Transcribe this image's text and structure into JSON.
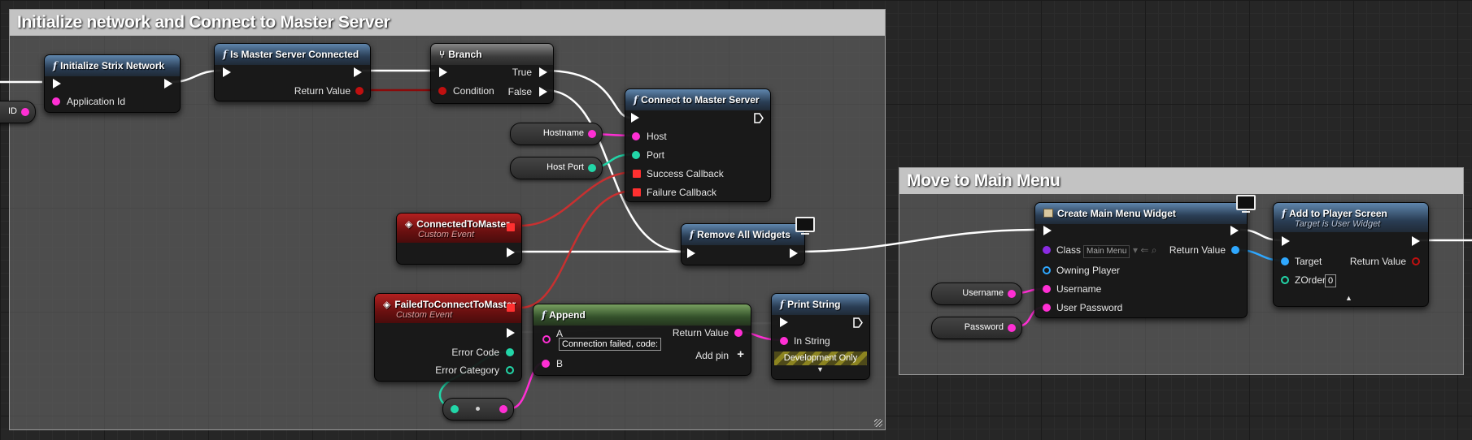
{
  "comments": {
    "init": {
      "title": "Initialize network and Connect to Master Server"
    },
    "menu": {
      "title": "Move to Main Menu"
    }
  },
  "nodes": {
    "init_strix": {
      "title": "Initialize Strix Network",
      "pins": {
        "application_id": "Application Id"
      }
    },
    "is_connected": {
      "title": "Is Master Server Connected",
      "pins": {
        "return_value": "Return Value"
      }
    },
    "branch": {
      "title": "Branch",
      "pins": {
        "true": "True",
        "false": "False",
        "condition": "Condition"
      }
    },
    "connect": {
      "title": "Connect to Master Server",
      "pins": {
        "host": "Host",
        "port": "Port",
        "success": "Success Callback",
        "failure": "Failure Callback"
      }
    },
    "connected_event": {
      "title": "ConnectedToMaster",
      "subtitle": "Custom Event"
    },
    "failed_event": {
      "title": "FailedToConnectToMaster",
      "subtitle": "Custom Event",
      "pins": {
        "error_code": "Error Code",
        "error_category": "Error Category"
      }
    },
    "remove_widgets": {
      "title": "Remove All Widgets"
    },
    "append": {
      "title": "Append",
      "pins": {
        "a": "A",
        "a_value": "Connection failed, code:",
        "b": "B",
        "return_value": "Return Value",
        "add_pin": "Add pin"
      }
    },
    "print_string": {
      "title": "Print String",
      "pins": {
        "in_string": "In String",
        "dev_only": "Development Only"
      }
    },
    "create_widget": {
      "title": "Create Main Menu Widget",
      "pins": {
        "class": "Class",
        "class_value": "Main Menu",
        "owning_player": "Owning Player",
        "username": "Username",
        "user_password": "User Password",
        "return_value": "Return Value"
      }
    },
    "add_to_screen": {
      "title": "Add to Player Screen",
      "subtitle": "Target is User Widget",
      "pins": {
        "target": "Target",
        "zorder": "ZOrder",
        "zorder_value": "0",
        "return_value": "Return Value"
      }
    }
  },
  "variables": {
    "app_id": "ID",
    "hostname": "Hostname",
    "host_port": "Host Port",
    "username": "Username",
    "password": "Password"
  }
}
